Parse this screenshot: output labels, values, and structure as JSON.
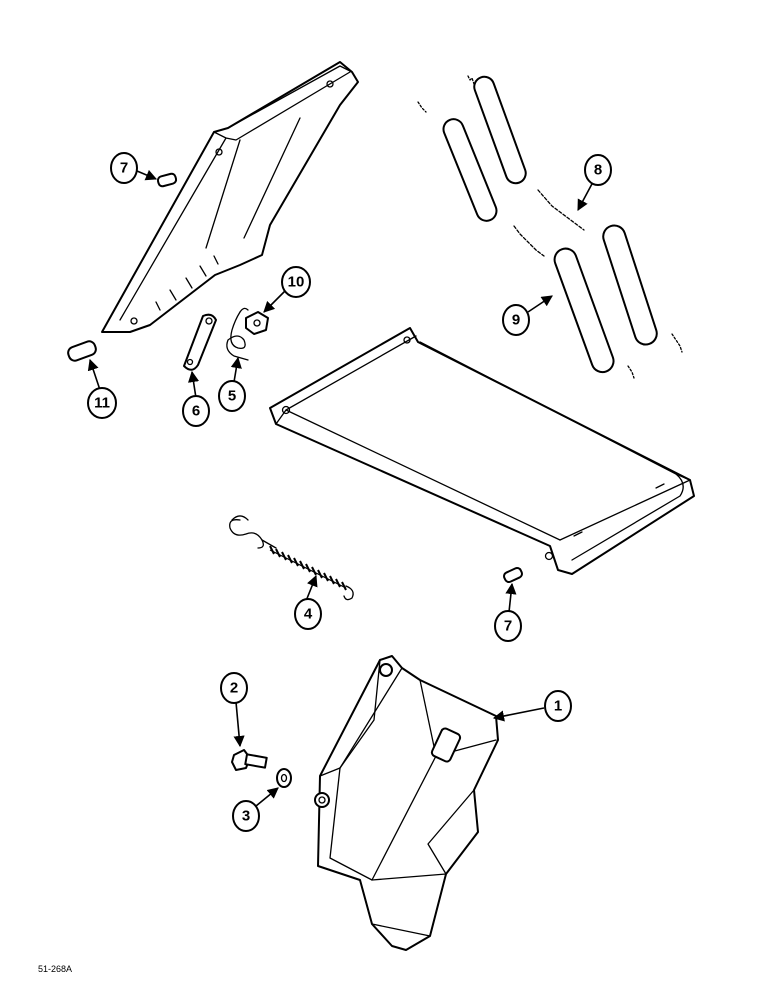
{
  "diagram": {
    "callouts": [
      {
        "id": "c1",
        "label": "1"
      },
      {
        "id": "c2",
        "label": "2"
      },
      {
        "id": "c3",
        "label": "3"
      },
      {
        "id": "c4",
        "label": "4"
      },
      {
        "id": "c5",
        "label": "5"
      },
      {
        "id": "c6",
        "label": "6"
      },
      {
        "id": "c7a",
        "label": "7"
      },
      {
        "id": "c7b",
        "label": "7"
      },
      {
        "id": "c8",
        "label": "8"
      },
      {
        "id": "c9",
        "label": "9"
      },
      {
        "id": "c10",
        "label": "10"
      },
      {
        "id": "c11",
        "label": "11"
      }
    ],
    "figure_code": "51-268A"
  }
}
